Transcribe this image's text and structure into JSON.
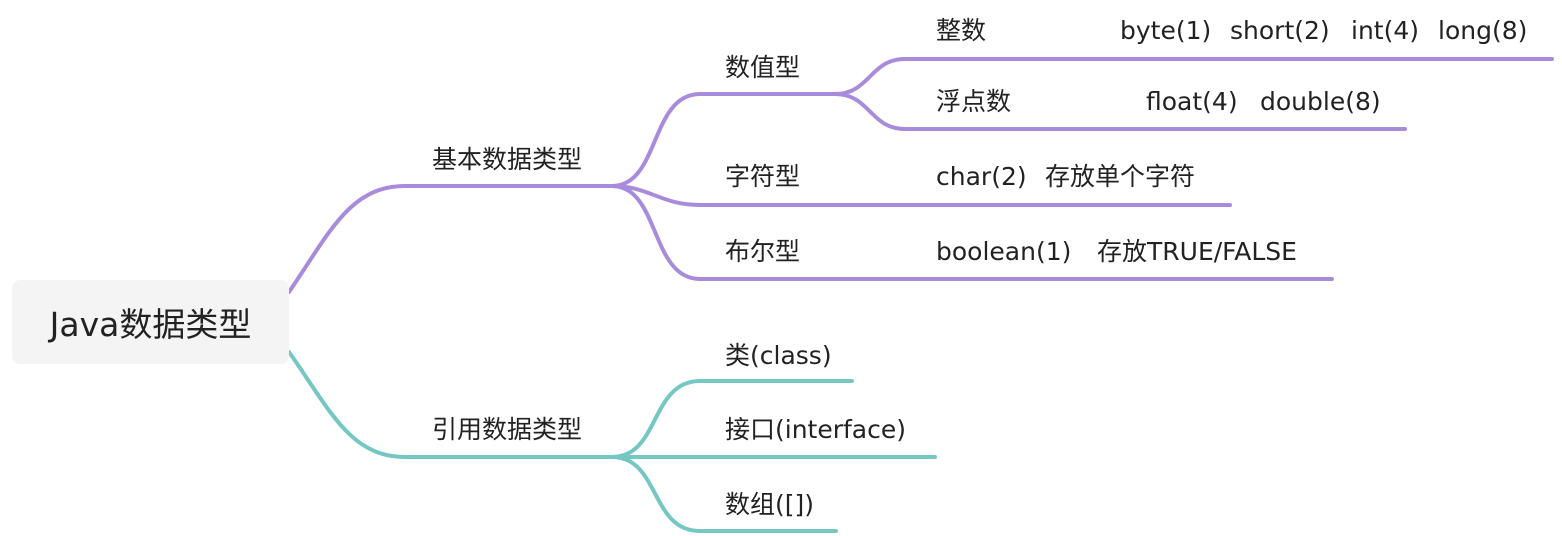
{
  "colors": {
    "primitive_branch": "#a98bdc",
    "reference_branch": "#74c7c3",
    "root_fill": "#f4f4f4",
    "text": "#222222"
  },
  "root": {
    "label": "Java数据类型"
  },
  "primitive": {
    "label": "基本数据类型",
    "numeric": {
      "label": "数值型",
      "integer": {
        "label": "整数",
        "types": [
          "byte(1)",
          "short(2)",
          "int(4)",
          "long(8)"
        ]
      },
      "float": {
        "label": "浮点数",
        "types": [
          "float(4)",
          "double(8)"
        ]
      }
    },
    "char": {
      "label": "字符型",
      "type": "char(2)",
      "note": "存放单个字符"
    },
    "boolean": {
      "label": "布尔型",
      "type": "boolean(1)",
      "note": "存放TRUE/FALSE"
    }
  },
  "reference": {
    "label": "引用数据类型",
    "items": [
      "类(class)",
      "接口(interface)",
      "数组([])"
    ]
  }
}
